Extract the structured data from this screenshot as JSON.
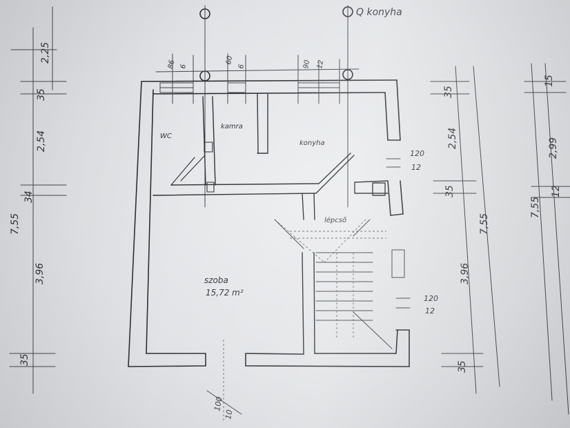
{
  "top_note": "Q konyha",
  "rooms": {
    "wc": "WC",
    "kamra": "kamra",
    "konyha": "konyha",
    "szoba": "szoba",
    "szoba_area": "15,72 m²",
    "stair": "lépcső"
  },
  "dims": {
    "left_total": "7,55",
    "left_a": "2,25",
    "left_b": "35",
    "left_c": "2,54",
    "left_d": "34",
    "left_e": "3,96",
    "left_f": "35",
    "top_1": "86",
    "top_2": "60",
    "top_3": "90",
    "top_4": "12",
    "top_5": "6",
    "top_6": "6",
    "right_1": "35",
    "right_2": "2,54",
    "right_3": "35",
    "right_4": "3,96",
    "right_5": "35",
    "right_total": "7,55",
    "far_1": "15",
    "far_2": "2,99",
    "far_3": "12",
    "far_total": "7,55",
    "win_1a": "120",
    "win_1b": "12",
    "win_2a": "120",
    "win_2b": "12",
    "door_a": "100",
    "door_b": "10"
  }
}
